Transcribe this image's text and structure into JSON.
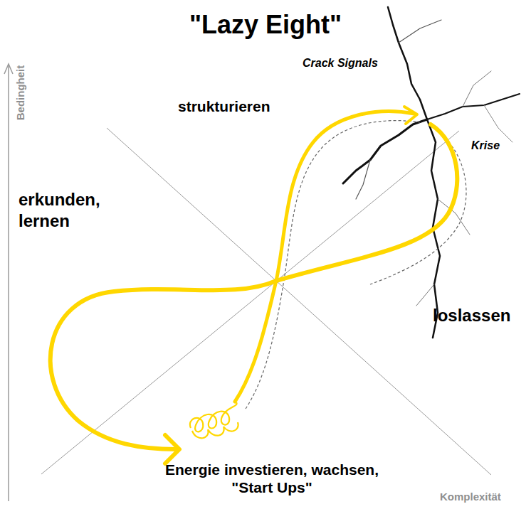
{
  "diagram": {
    "title": "\"Lazy Eight\"",
    "labels": [
      "Bedingheit",
      "Crack Signals",
      "strukturieren",
      "Krise",
      "erkunden, lernen",
      "loslassen",
      "Energie investieren, wachsen, \"Start Ups\"",
      "Komplexität"
    ]
  }
}
